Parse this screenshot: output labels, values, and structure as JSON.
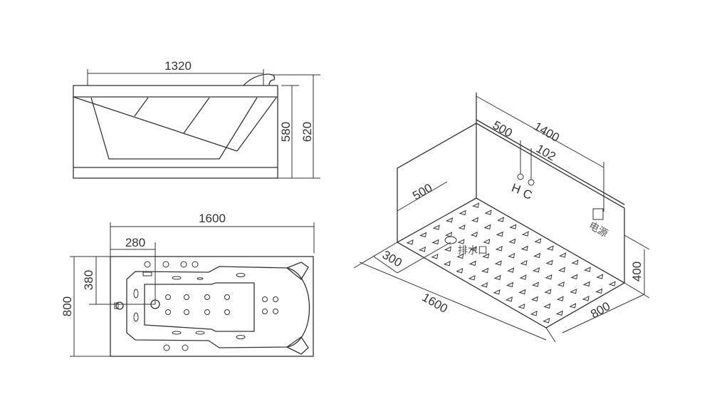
{
  "side_view": {
    "length_label": "1320",
    "inner_height_label": "580",
    "total_height_label": "620"
  },
  "plan_view": {
    "length_label": "1600",
    "drain_offset_x_label": "280",
    "drain_offset_y_label": "380",
    "width_label": "800"
  },
  "install_view": {
    "wall_length_label": "1400",
    "faucet_offset_label": "500",
    "faucet_spacing_label": "102",
    "hot_label": "H",
    "cold_label": "C",
    "power_label": "电源",
    "drain_label": "排水口",
    "drain_depth_label": "500",
    "drain_side_label": "300",
    "floor_length_label": "1600",
    "floor_width_label": "800",
    "height_label": "400"
  }
}
